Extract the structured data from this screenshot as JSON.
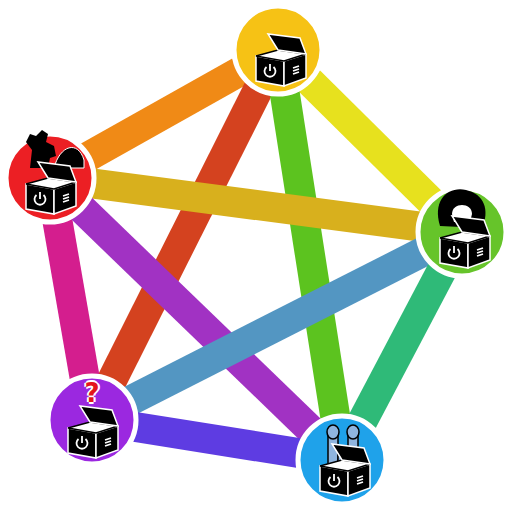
{
  "diagram": {
    "nodes": [
      {
        "text": []
      },
      {
        "text": []
      },
      {
        "text": []
      },
      {
        "text": [
          "?"
        ]
      },
      {
        "text": []
      }
    ],
    "edges": [
      {
        "from": 0,
        "to": 1,
        "arrow": "none"
      },
      {
        "from": 0,
        "to": 2,
        "arrow": "none"
      },
      {
        "from": 0,
        "to": 3,
        "arrow": "none"
      },
      {
        "from": 0,
        "to": 4,
        "arrow": "none"
      },
      {
        "from": 1,
        "to": 2,
        "arrow": "none"
      },
      {
        "from": 1,
        "to": 3,
        "arrow": "none"
      },
      {
        "from": 1,
        "to": 4,
        "arrow": "none"
      },
      {
        "from": 2,
        "to": 3,
        "arrow": "none"
      },
      {
        "from": 2,
        "to": 4,
        "arrow": "none"
      },
      {
        "from": 3,
        "to": 4,
        "arrow": "none"
      }
    ]
  }
}
